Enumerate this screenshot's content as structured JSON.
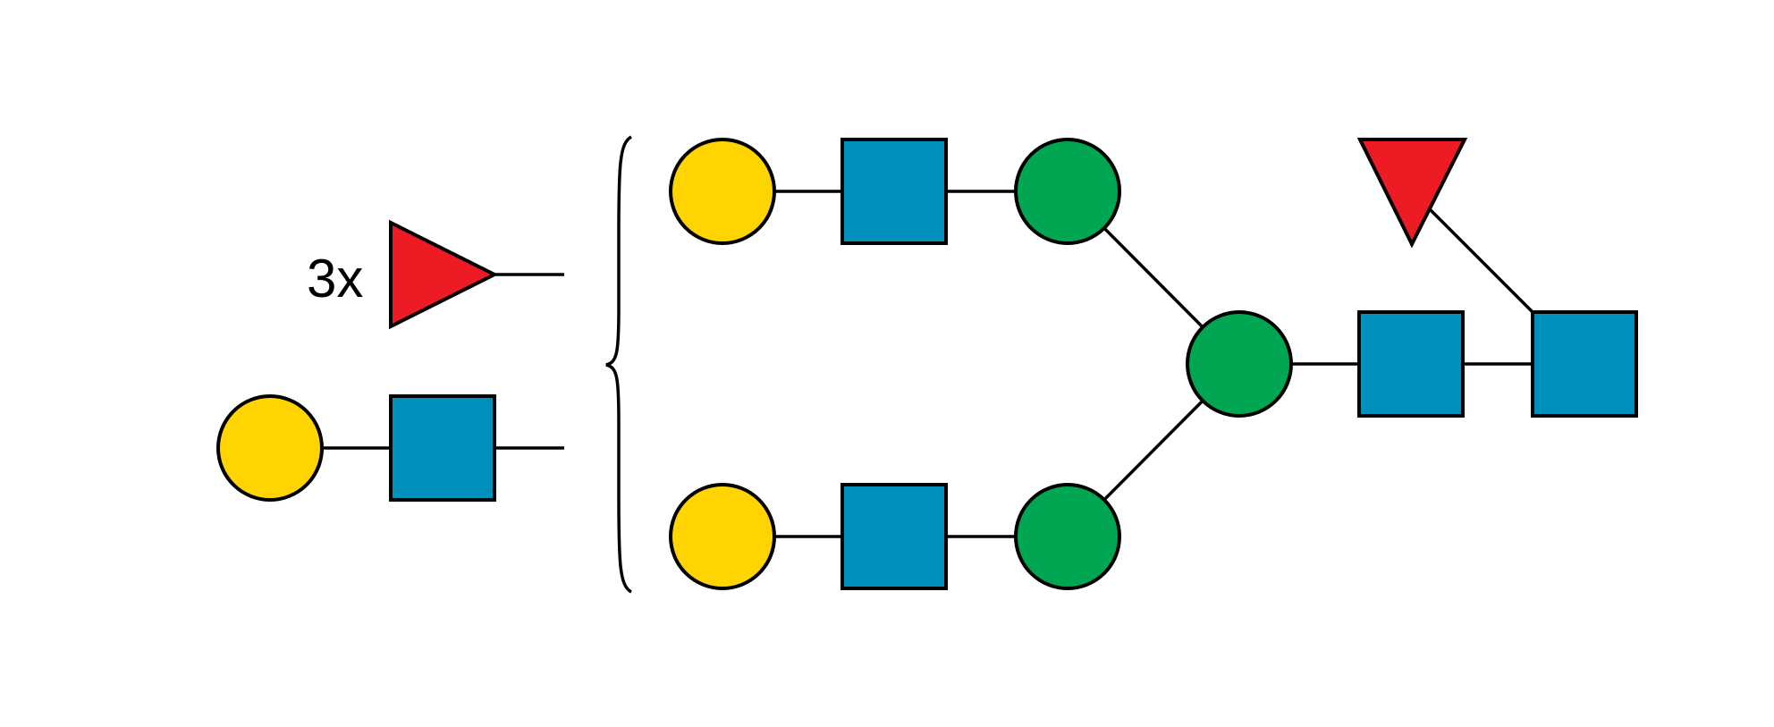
{
  "colors": {
    "gal": "#FFD400",
    "glcnac": "#0090BC",
    "man": "#00A651",
    "fuc": "#ED1C24",
    "outline": "#000000",
    "background": "#FFFFFF"
  },
  "legend": {
    "fucose_multiplier": "3x"
  },
  "residues": {
    "antenna_top_gal": "gal-circle",
    "antenna_top_glcnac": "glcnac-square",
    "antenna_top_man": "man-circle",
    "antenna_bottom_gal": "gal-circle",
    "antenna_bottom_glcnac": "glcnac-square",
    "antenna_bottom_man": "man-circle",
    "core_man": "man-circle",
    "core_glcnac_2": "glcnac-square",
    "core_glcnac_reducing": "glcnac-square",
    "core_fucose": "fuc-triangle",
    "floating_fucose": "fuc-triangle",
    "floating_gal": "gal-circle",
    "floating_glcnac": "glcnac-square"
  }
}
